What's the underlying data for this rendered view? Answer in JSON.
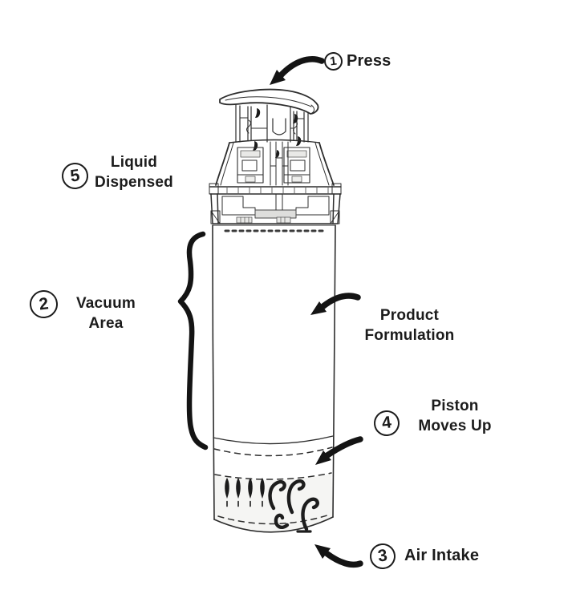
{
  "colors": {
    "background": "#ffffff",
    "ink": "#1c1c1c",
    "line_art": "#2d2d2d",
    "shade": "#f5f5f3"
  },
  "steps": {
    "press": {
      "number": "1",
      "label": "Press"
    },
    "vacuum": {
      "number": "2",
      "line1": "Vacuum",
      "line2": "Area"
    },
    "air_intake": {
      "number": "3",
      "label": "Air Intake"
    },
    "piston": {
      "number": "4",
      "line1": "Piston",
      "line2": "Moves Up"
    },
    "liquid": {
      "number": "5",
      "line1": "Liquid",
      "line2": "Dispensed"
    }
  },
  "annotations": {
    "product": {
      "line1": "Product",
      "line2": "Formulation"
    }
  }
}
